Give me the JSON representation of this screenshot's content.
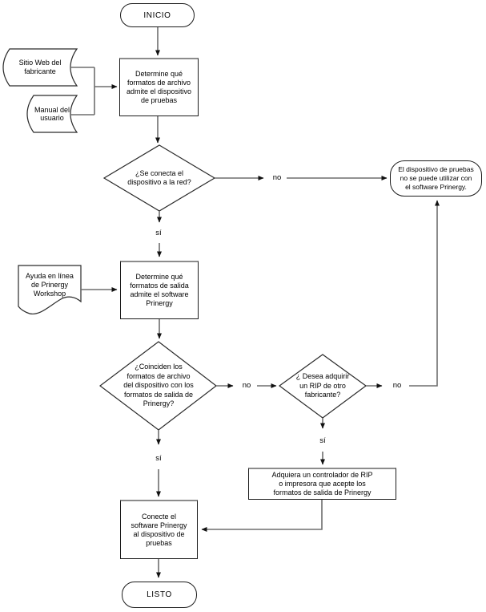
{
  "diagram": {
    "kind": "flowchart",
    "language": "es",
    "colors": {
      "background": "#ffffff",
      "shape_border": "#1c1c1c",
      "process_top_edge": "#8c8c8c",
      "connector": "#6e6e6e",
      "arrowhead": "#111111",
      "text": "#000000"
    },
    "nodes": {
      "inicio": {
        "type": "terminal",
        "label": "INICIO"
      },
      "doc_sitio": {
        "type": "stored-data",
        "label": "Sitio Web del\nfabricante"
      },
      "doc_manual": {
        "type": "stored-data",
        "label": "Manual del\nusuario"
      },
      "box_archivo": {
        "type": "process",
        "label": "Determine qué\nformatos de archivo\nadmite el dispositivo\nde pruebas"
      },
      "dec_red": {
        "type": "decision",
        "label": "¿Se conecta el\ndispositivo a la red?"
      },
      "term_no_utilizar": {
        "type": "terminal",
        "label": "El dispositivo de pruebas\nno se puede utilizar con\nel software Prinergy."
      },
      "doc_ayuda": {
        "type": "document",
        "label": "Ayuda en línea\nde Prinergy\nWorkshop"
      },
      "box_salida": {
        "type": "process",
        "label": "Determine qué\nformatos de salida\nadmite el software\nPrinergy"
      },
      "dec_coinciden": {
        "type": "decision",
        "label": "¿Coinciden los\nformatos de archivo\ndel dispositivo con los\nformatos de salida de\nPrinergy?"
      },
      "dec_rip": {
        "type": "decision",
        "label": "¿ Desea adquirir\nun RIP de otro\nfabricante?"
      },
      "box_adquiera": {
        "type": "process",
        "label": "Adquiera un controlador de RIP\no impresora que acepte los\nformatos de salida de Prinergy"
      },
      "box_conecte": {
        "type": "process",
        "label": "Conecte el\nsoftware Prinergy\nal dispositivo de\npruebas"
      },
      "listo": {
        "type": "terminal",
        "label": "LISTO"
      }
    },
    "edge_labels": {
      "no1": "no",
      "si1": "sí",
      "no2": "no",
      "no3": "no",
      "si2": "sí",
      "si3": "sí"
    }
  }
}
